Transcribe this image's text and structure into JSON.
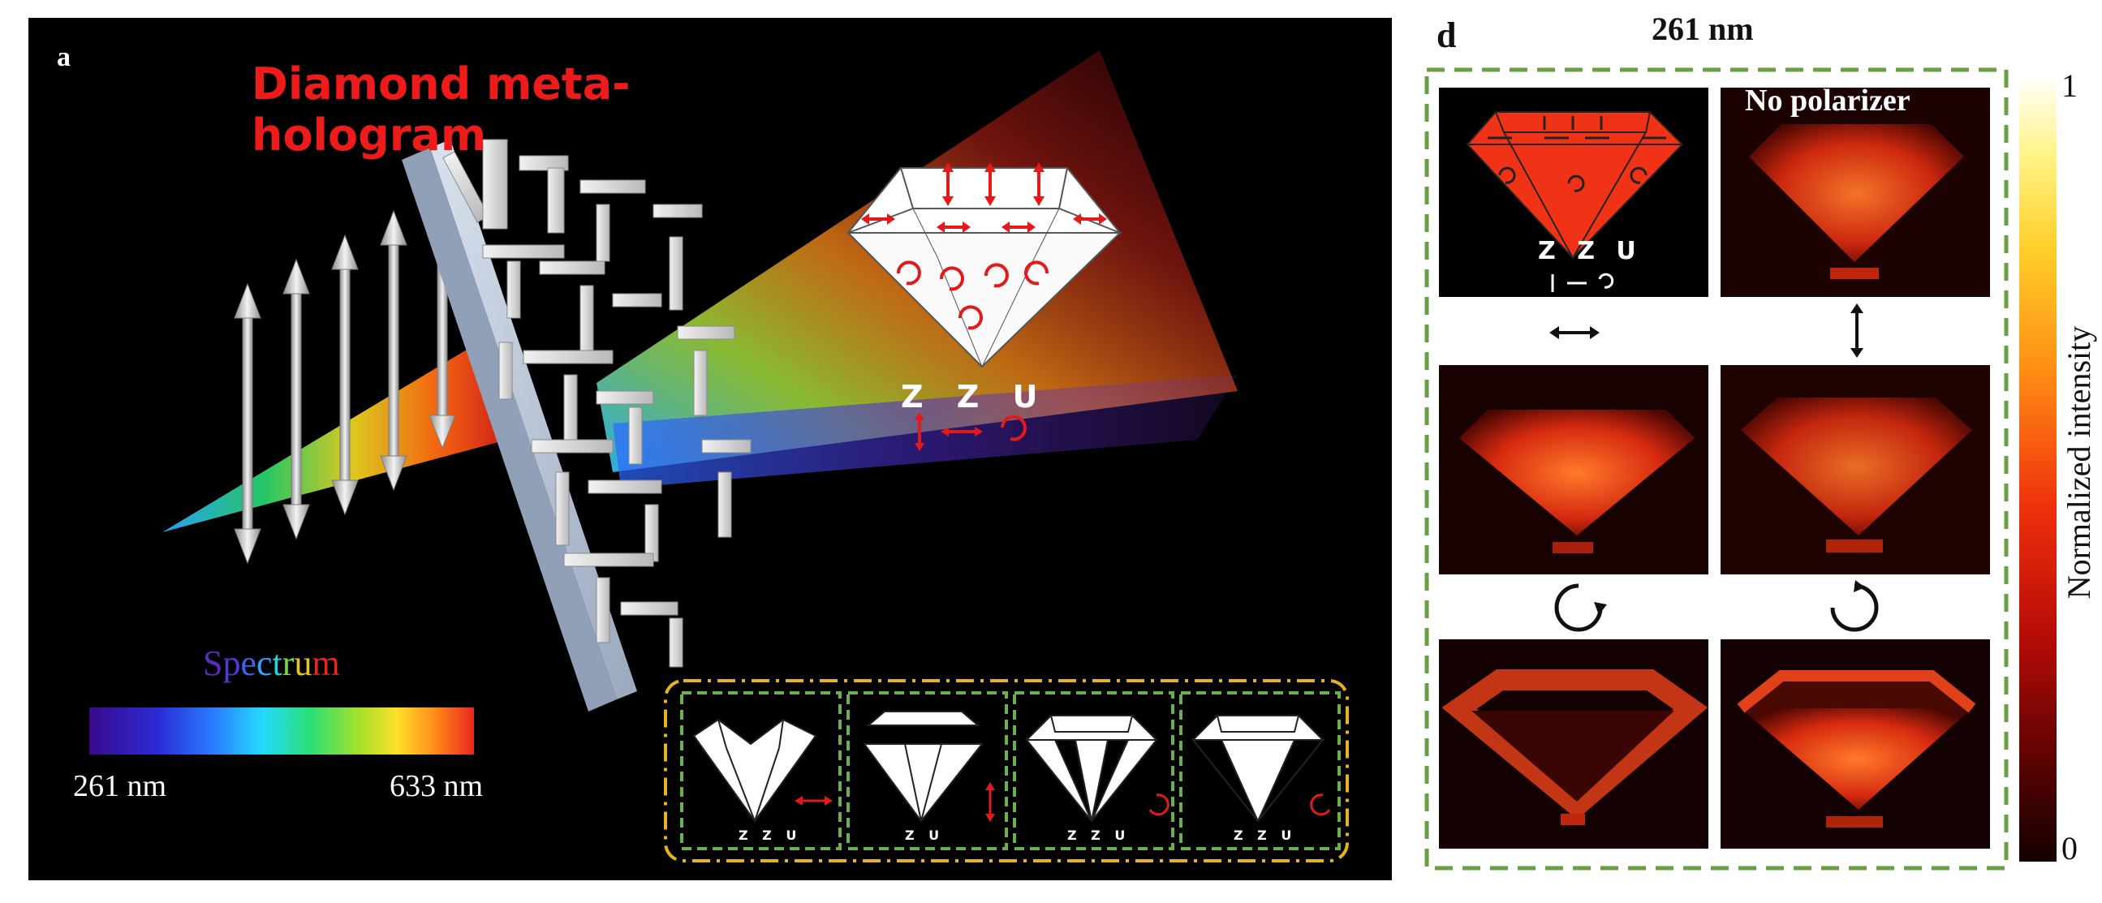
{
  "panel_a": {
    "label": "a",
    "title": "Diamond meta-hologram",
    "hologram_text": "Z Z U",
    "spectrum": {
      "title_letters": [
        {
          "ch": "S",
          "color": "#5b2bbf"
        },
        {
          "ch": "p",
          "color": "#4a3bd6"
        },
        {
          "ch": "e",
          "color": "#3f63e8"
        },
        {
          "ch": "c",
          "color": "#2fa3ff"
        },
        {
          "ch": "t",
          "color": "#27d5d6"
        },
        {
          "ch": "r",
          "color": "#7bd83a"
        },
        {
          "ch": "u",
          "color": "#e8c521"
        },
        {
          "ch": "m",
          "color": "#e8261c"
        }
      ],
      "min_label": "261 nm",
      "max_label": "633 nm"
    },
    "inset_frames": [
      {
        "text": "Z Z U",
        "polarization": "horizontal-linear"
      },
      {
        "text": "Z U",
        "polarization": "vertical-linear"
      },
      {
        "text": "Z Z U",
        "polarization": "right-circular"
      },
      {
        "text": "Z Z U",
        "polarization": "left-circular"
      }
    ]
  },
  "panel_d": {
    "label": "d",
    "title": "261 nm",
    "design_text": "Z Z U",
    "no_polarizer_label": "No polarizer",
    "colorbar": {
      "top": "1",
      "bottom": "0",
      "label": "Normalized intensity"
    },
    "polarizer_symbols": [
      "horizontal-arrow-icon",
      "vertical-arrow-icon",
      "clockwise-circle-icon",
      "counterclockwise-circle-icon"
    ]
  },
  "colors": {
    "accent_red": "#ee1b1b",
    "inset_outer": "#e7b21f",
    "inset_inner": "#6ab04c",
    "panel_d_border": "#6a9e44"
  }
}
